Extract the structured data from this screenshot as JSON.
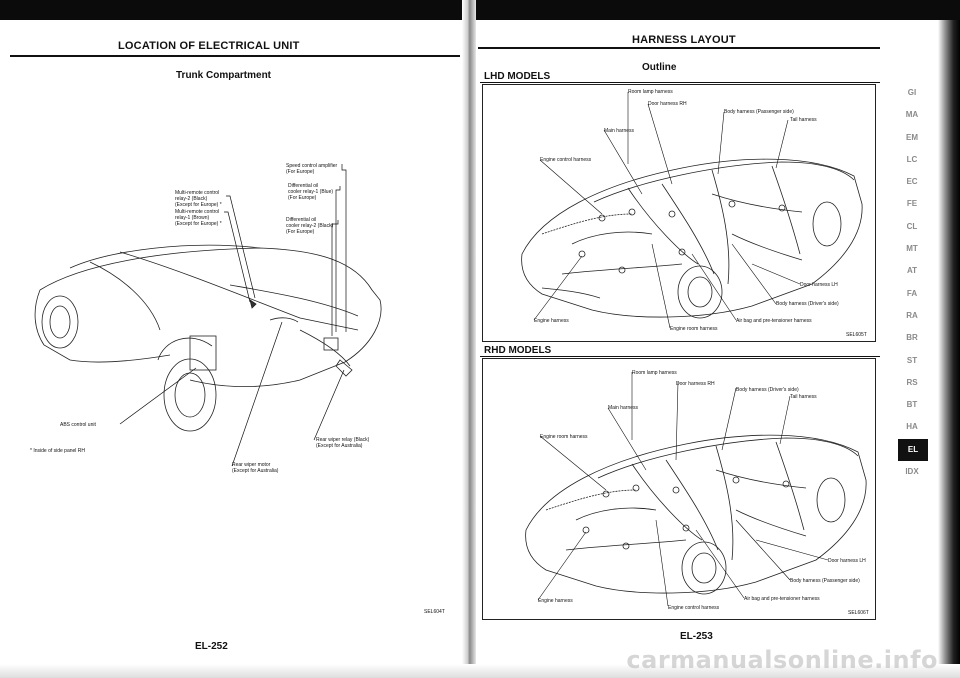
{
  "left_page": {
    "title": "LOCATION OF ELECTRICAL UNIT",
    "subtitle": "Trunk Compartment",
    "labels": {
      "speed_amp": "Speed control amplifier\n(For Europe)",
      "diff_relay1": "Differential oil\ncooler relay-1 (Blue)\n(For Europe)",
      "diff_relay2": "Differential oil\ncooler relay-2 (Black)\n(For Europe)",
      "multi_relay2": "Multi-remote control\nrelay-2 (Black)\n(Except for Europe) *",
      "multi_relay1": "Multi-remote control\nrelay-1 (Brown)\n(Except for Europe) *",
      "abs": "ABS control unit",
      "note": "* Inside of side panel RH",
      "rear_wiper_relay": "Rear wiper relay (Black)\n(Except for Australia)",
      "rear_wiper_motor": "Rear wiper motor\n(Except for Australia)"
    },
    "code": "SEL604T",
    "page_number": "EL-252"
  },
  "right_page": {
    "title": "HARNESS LAYOUT",
    "subtitle": "Outline",
    "lhd": {
      "heading": "LHD MODELS",
      "labels": {
        "room_lamp": "Room lamp harness",
        "door_rh": "Door harness RH",
        "body_pass": "Body harness (Passenger side)",
        "tail": "Tail harness",
        "main": "Main harness",
        "engine_control": "Engine control harness",
        "door_lh": "Door harness LH",
        "body_driver": "Body harness (Driver's side)",
        "engine": "Engine harness",
        "engine_room": "Engine room harness",
        "airbag": "Air bag and pre-tensioner harness"
      },
      "code": "SEL605T"
    },
    "rhd": {
      "heading": "RHD MODELS",
      "labels": {
        "room_lamp": "Room lamp harness",
        "door_rh": "Door harness RH",
        "body_driver": "Body harness (Driver's side)",
        "tail": "Tail harness",
        "main": "Main harness",
        "engine_room": "Engine room harness",
        "door_lh": "Door harness LH",
        "body_pass": "Body harness (Passenger side)",
        "engine": "Engine harness",
        "engine_control": "Engine control harness",
        "airbag": "Air bag and pre-tensioner harness"
      },
      "code": "SEL606T"
    },
    "page_number": "EL-253",
    "side_tabs": [
      "GI",
      "MA",
      "EM",
      "LC",
      "EC",
      "FE",
      "CL",
      "MT",
      "AT",
      "FA",
      "RA",
      "BR",
      "ST",
      "RS",
      "BT",
      "HA",
      "EL",
      "IDX"
    ],
    "active_tab": "EL"
  },
  "watermark": "carmanualsonline.info"
}
